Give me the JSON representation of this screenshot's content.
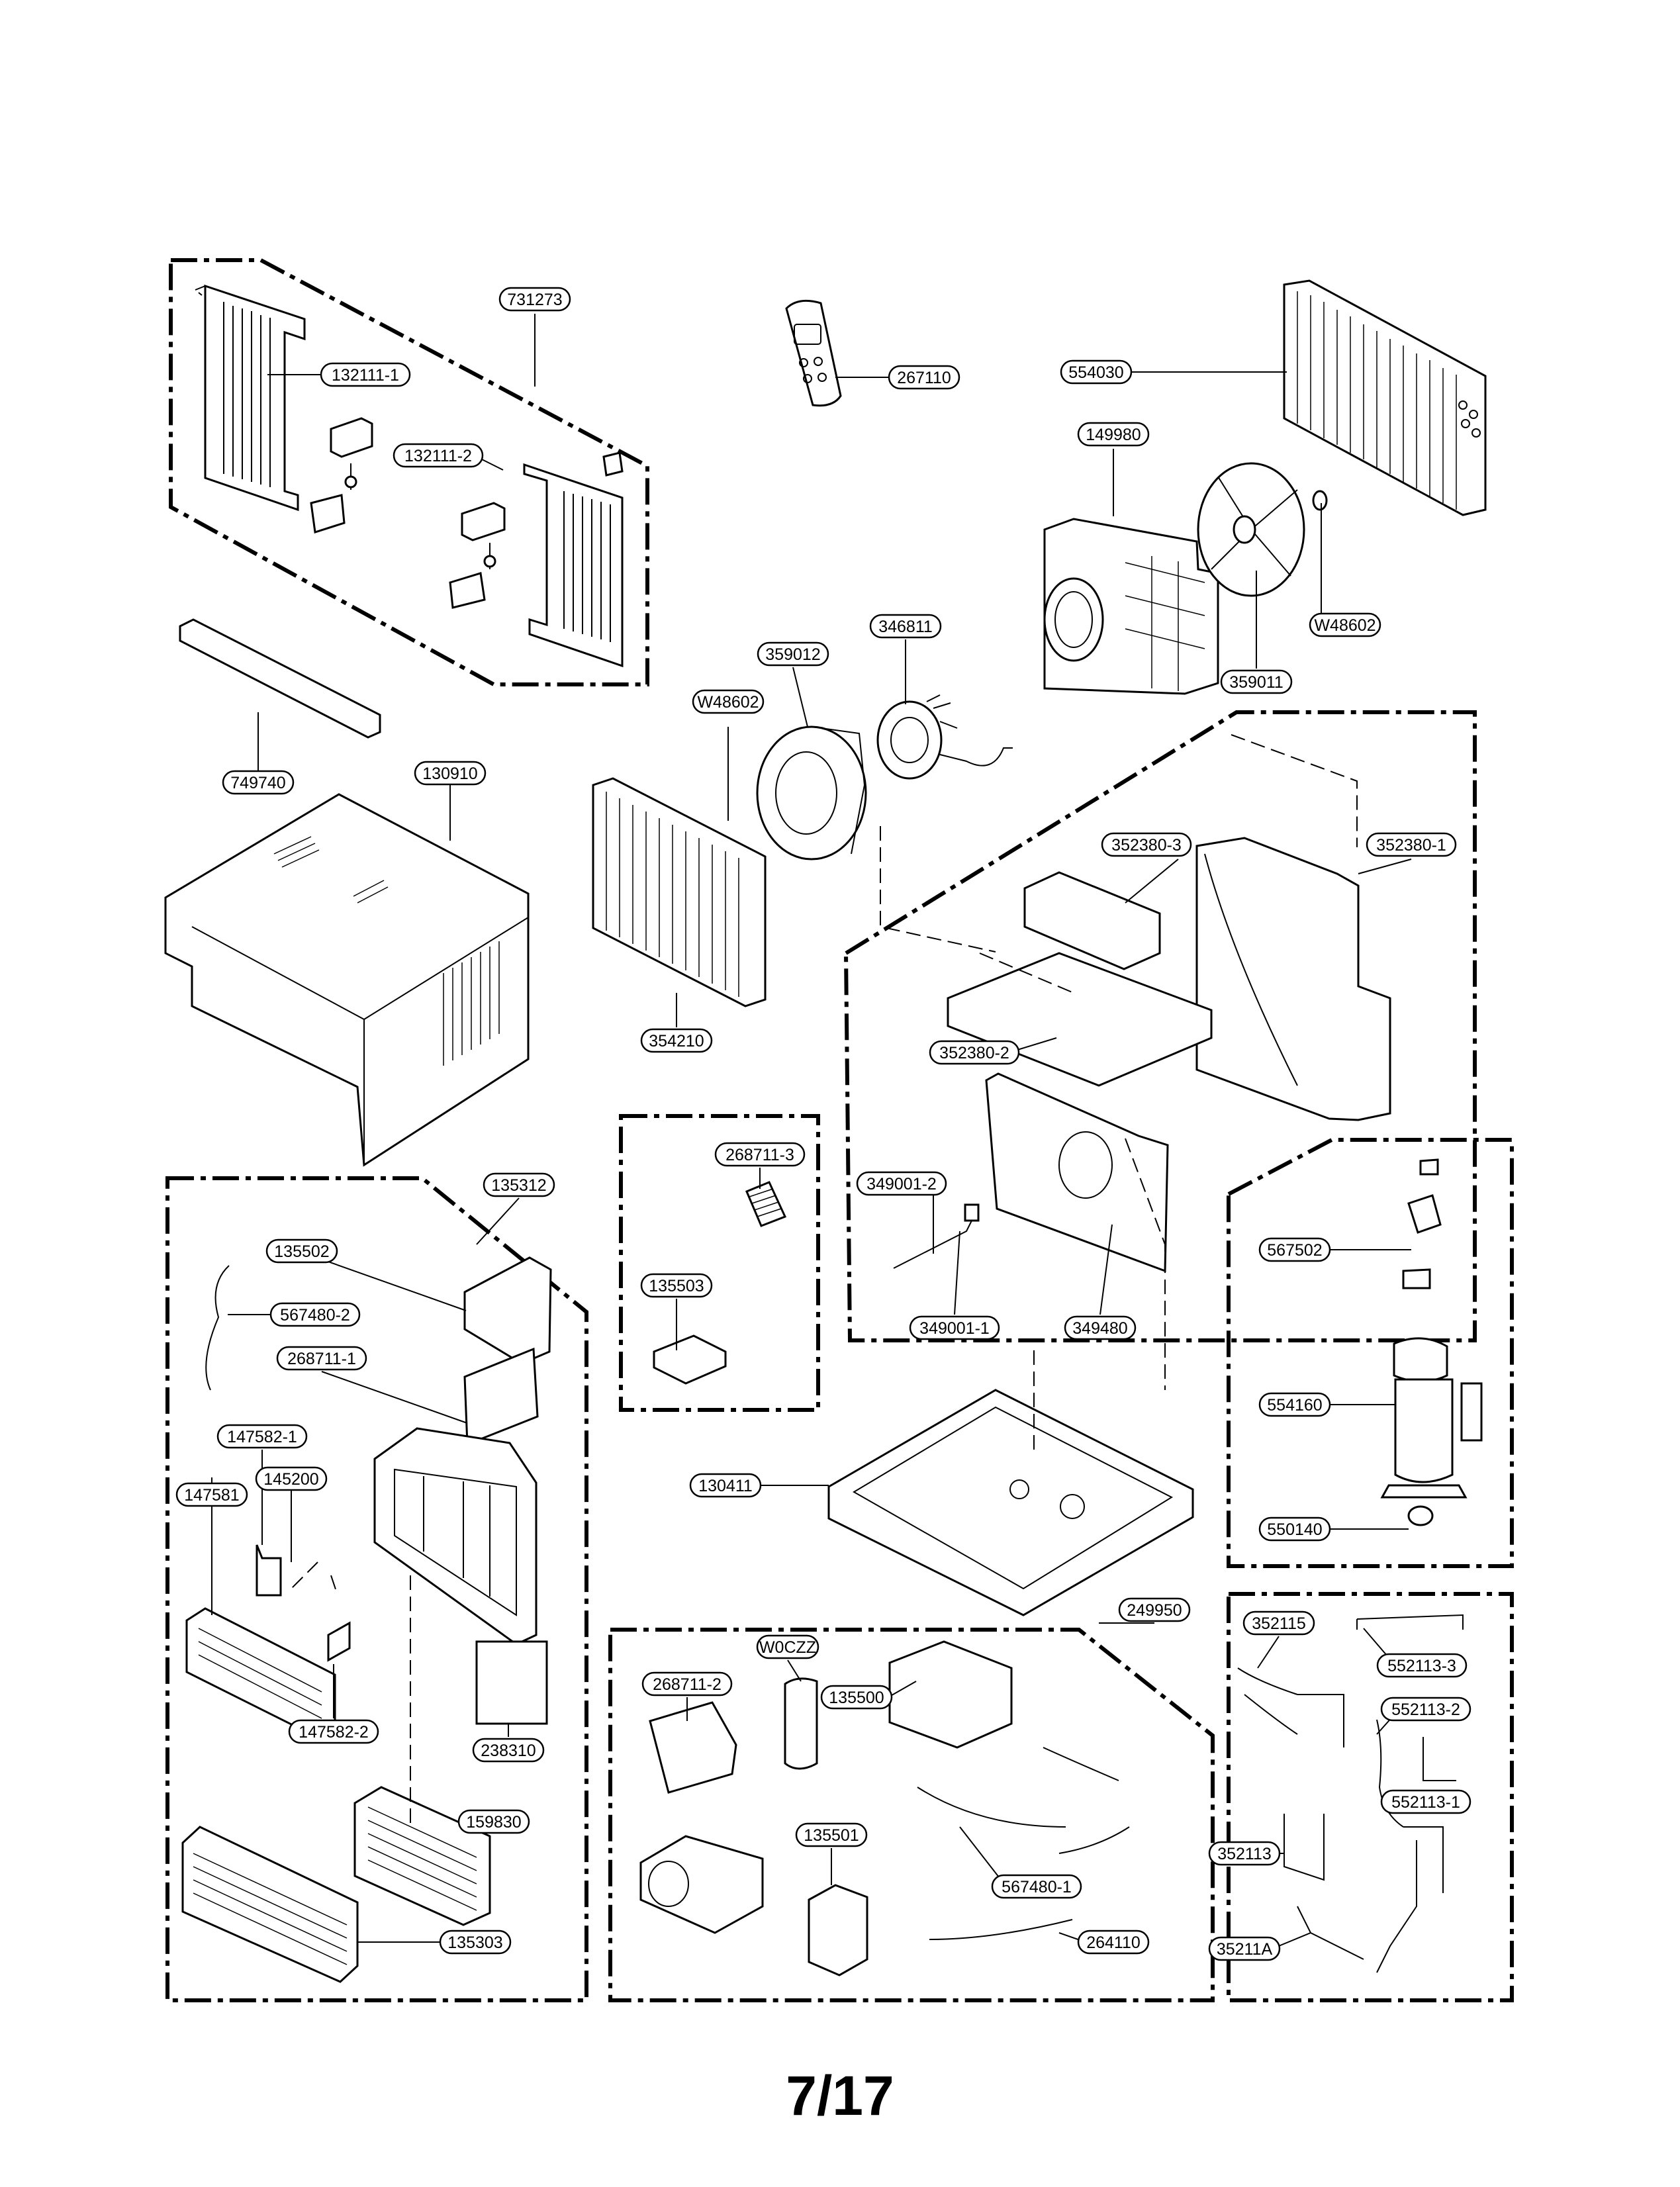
{
  "page_number": "7/17",
  "part_labels": [
    {
      "id": "731273"
    },
    {
      "id": "132111-1"
    },
    {
      "id": "132111-2"
    },
    {
      "id": "267110"
    },
    {
      "id": "554030"
    },
    {
      "id": "149980"
    },
    {
      "id": "W48602"
    },
    {
      "id": "359011"
    },
    {
      "id": "346811"
    },
    {
      "id": "359012"
    },
    {
      "id": "W48602"
    },
    {
      "id": "749740"
    },
    {
      "id": "130910"
    },
    {
      "id": "354210"
    },
    {
      "id": "352380-3"
    },
    {
      "id": "352380-1"
    },
    {
      "id": "352380-2"
    },
    {
      "id": "349001-2"
    },
    {
      "id": "349001-1"
    },
    {
      "id": "349480"
    },
    {
      "id": "268711-3"
    },
    {
      "id": "135503"
    },
    {
      "id": "135312"
    },
    {
      "id": "135502"
    },
    {
      "id": "567480-2"
    },
    {
      "id": "268711-1"
    },
    {
      "id": "147582-1"
    },
    {
      "id": "147581"
    },
    {
      "id": "145200"
    },
    {
      "id": "147582-2"
    },
    {
      "id": "238310"
    },
    {
      "id": "159830"
    },
    {
      "id": "135303"
    },
    {
      "id": "567502"
    },
    {
      "id": "554160"
    },
    {
      "id": "550140"
    },
    {
      "id": "130411"
    },
    {
      "id": "249950"
    },
    {
      "id": "268711-2"
    },
    {
      "id": "W0CZZ"
    },
    {
      "id": "135500"
    },
    {
      "id": "135501"
    },
    {
      "id": "567480-1"
    },
    {
      "id": "264110"
    },
    {
      "id": "352115"
    },
    {
      "id": "552113-3"
    },
    {
      "id": "552113-2"
    },
    {
      "id": "552113-1"
    },
    {
      "id": "352113"
    },
    {
      "id": "35211A"
    }
  ]
}
